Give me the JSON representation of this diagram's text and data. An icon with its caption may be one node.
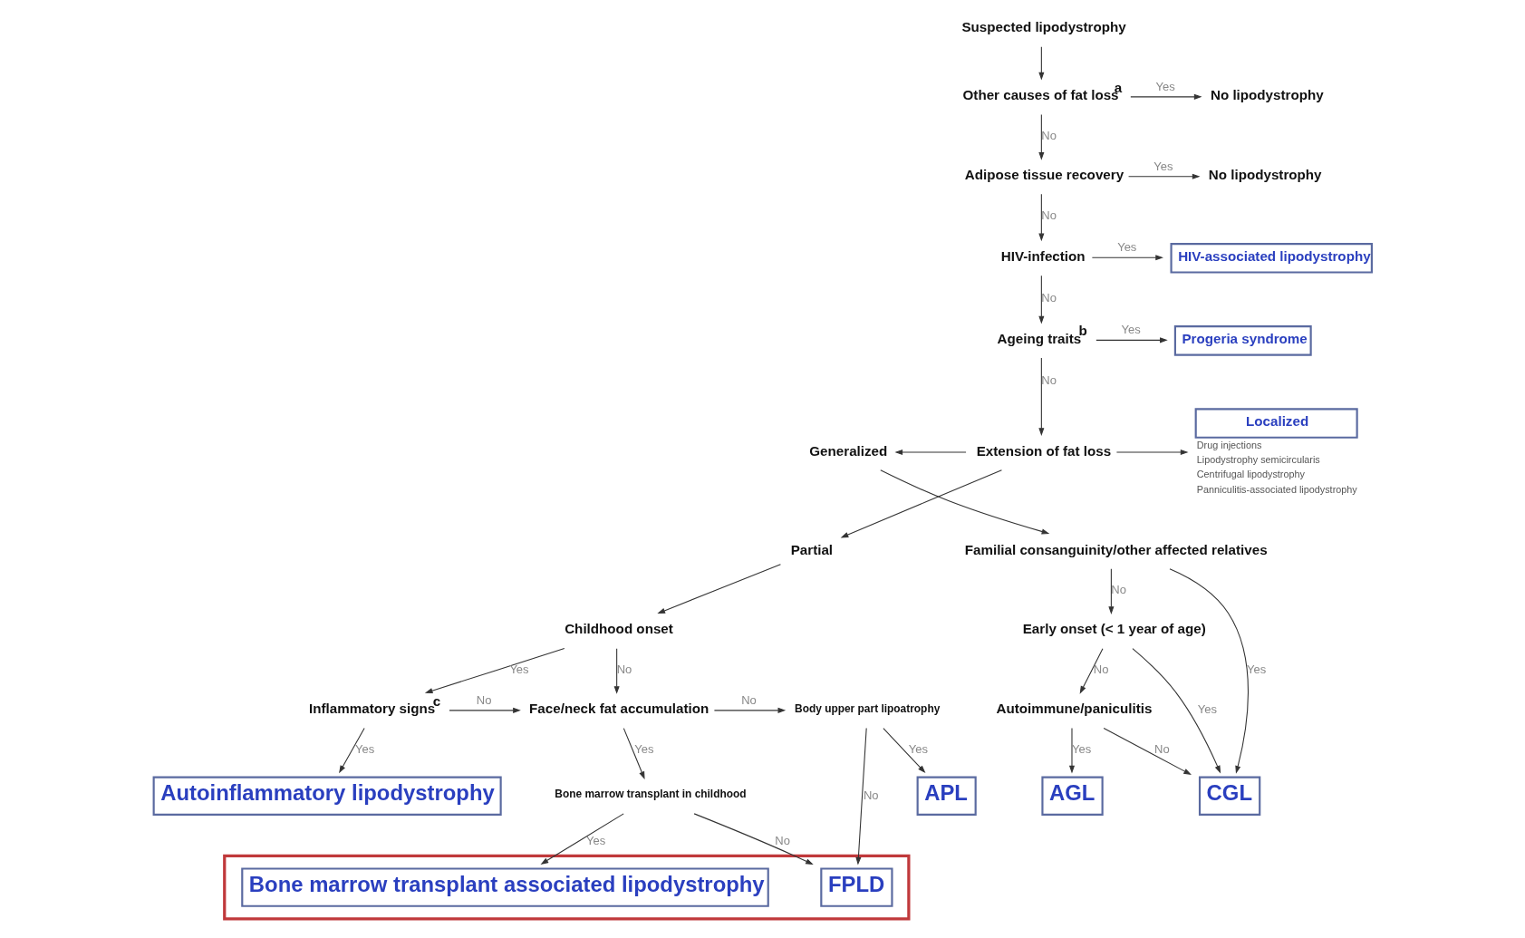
{
  "diagram": {
    "nodes": [
      {
        "text": [
          "Suspected lipodystrophy"
        ]
      },
      {
        "text": [
          "Other causes of fat loss$^{a}$"
        ]
      },
      {
        "text": [
          "No lipodystrophy"
        ]
      },
      {
        "text": [
          "Adipose tissue recovery"
        ]
      },
      {
        "text": [
          "No lipodystrophy"
        ]
      },
      {
        "text": [
          "HIV-infection"
        ]
      },
      {
        "text": [
          "HIV-associated lipodystrophy"
        ]
      },
      {
        "text": [
          "Ageing traits$^{b}$"
        ]
      },
      {
        "text": [
          "Progeria syndrome"
        ]
      },
      {
        "text": [
          "Extension of fat loss"
        ]
      },
      {
        "text": [
          "Generalized"
        ]
      },
      {
        "text": [
          "Localized"
        ],
        "beside": [
          "Drug injections",
          "Lipodystrophy semicircularis",
          "Centrifugal lipodystrophy",
          "Panniculitis-associated lipodystrophy"
        ]
      },
      {
        "text": [
          "Partial"
        ]
      },
      {
        "text": [
          "Familial consanguinity/other affected relatives"
        ]
      },
      {
        "text": [
          "Early onset (< 1 year of age)"
        ]
      },
      {
        "text": [
          "Autoimmune/paniculitis"
        ]
      },
      {
        "text": [
          "CGL"
        ]
      },
      {
        "text": [
          "AGL"
        ]
      },
      {
        "text": [
          "Childhood onset"
        ]
      },
      {
        "text": [
          "Inflammatory signs$^{c}$"
        ]
      },
      {
        "text": [
          "Face/neck fat accumulation"
        ]
      },
      {
        "text": [
          "Body upper part lipoatrophy"
        ]
      },
      {
        "text": [
          "Bone marrow transplant in childhood"
        ]
      },
      {
        "text": [
          "Autoinflammatory lipodystrophy"
        ]
      },
      {
        "text": [],
        "shape": "box"
      },
      {
        "text": [
          "Bone marrow transplant associated lipodystrophy"
        ],
        "in": 24
      },
      {
        "text": [
          "FPLD"
        ],
        "in": 24
      },
      {
        "text": [
          "APL"
        ]
      }
    ],
    "edges": [
      {
        "from": 0,
        "to": 1,
        "arrow": "to"
      },
      {
        "from": 1,
        "to": 2,
        "arrow": "to",
        "label": "Yes"
      },
      {
        "from": 1,
        "to": 3,
        "arrow": "to",
        "label": "No"
      },
      {
        "from": 3,
        "to": 4,
        "arrow": "to",
        "label": "Yes"
      },
      {
        "from": 3,
        "to": 5,
        "arrow": "to",
        "label": "No"
      },
      {
        "from": 5,
        "to": 6,
        "arrow": "to",
        "label": "Yes"
      },
      {
        "from": 5,
        "to": 7,
        "arrow": "to",
        "label": "No"
      },
      {
        "from": 7,
        "to": 8,
        "arrow": "to",
        "label": "Yes"
      },
      {
        "from": 7,
        "to": 9,
        "arrow": "to",
        "label": "No"
      },
      {
        "from": 9,
        "to": 10,
        "arrow": "to"
      },
      {
        "from": 9,
        "to": 11,
        "arrow": "to"
      },
      {
        "from": 9,
        "to": 12,
        "arrow": "to"
      },
      {
        "from": 10,
        "to": 13,
        "arrow": "to"
      },
      {
        "from": 13,
        "to": 16,
        "arrow": "to",
        "label": "Yes"
      },
      {
        "from": 13,
        "to": 14,
        "arrow": "to",
        "label": "No"
      },
      {
        "from": 14,
        "to": 16,
        "arrow": "to",
        "label": "Yes"
      },
      {
        "from": 14,
        "to": 15,
        "arrow": "to",
        "label": "No"
      },
      {
        "from": 15,
        "to": 16,
        "arrow": "to",
        "label": "No"
      },
      {
        "from": 15,
        "to": 17,
        "arrow": "to",
        "label": "Yes"
      },
      {
        "from": 12,
        "to": 18,
        "arrow": "to"
      },
      {
        "from": 18,
        "to": 19,
        "arrow": "to",
        "label": "Yes"
      },
      {
        "from": 18,
        "to": 20,
        "arrow": "to",
        "label": "No"
      },
      {
        "from": 19,
        "to": 20,
        "arrow": "to",
        "label": "No"
      },
      {
        "from": 19,
        "to": 23,
        "arrow": "to",
        "label": "Yes"
      },
      {
        "from": 20,
        "to": 21,
        "arrow": "to",
        "label": "No"
      },
      {
        "from": 20,
        "to": 22,
        "arrow": "to",
        "label": "Yes"
      },
      {
        "from": 21,
        "to": 26,
        "arrow": "to",
        "label": "No"
      },
      {
        "from": 21,
        "to": 27,
        "arrow": "to",
        "label": "Yes"
      },
      {
        "from": 22,
        "to": 26,
        "arrow": "to",
        "label": "No"
      },
      {
        "from": 22,
        "to": 25,
        "arrow": "to",
        "label": "Yes"
      }
    ]
  }
}
